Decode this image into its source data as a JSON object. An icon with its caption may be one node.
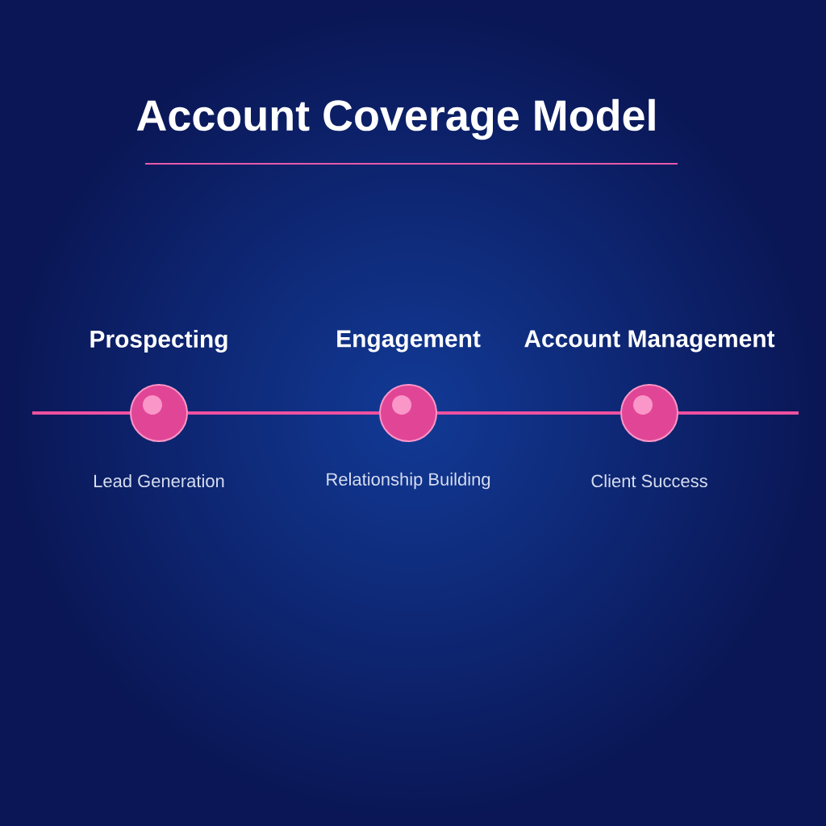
{
  "diagram": {
    "title": "Account Coverage Model",
    "nodes": [
      {
        "text": [
          "Prospecting",
          "Lead Generation"
        ]
      },
      {
        "text": [
          "Engagement",
          "Relationship Building"
        ]
      },
      {
        "text": [
          "Account Management",
          "Client Success"
        ]
      }
    ],
    "edges": [
      {
        "from": 0,
        "to": 1,
        "arrow": "none"
      },
      {
        "from": 1,
        "to": 2,
        "arrow": "none"
      }
    ]
  }
}
